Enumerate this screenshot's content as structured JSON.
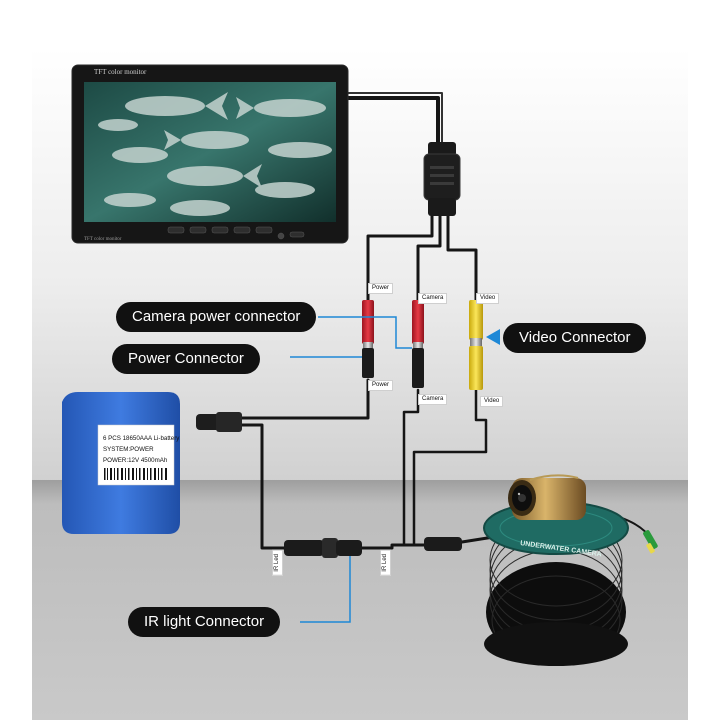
{
  "monitor": {
    "brand_label": "TFT color monitor",
    "footer_label": "TFT color monitor"
  },
  "callouts": {
    "camera_power": "Camera power connector",
    "power": "Power Connector",
    "video": "Video Connector",
    "ir_light": "IR light Connector"
  },
  "tags": {
    "power_top": "Power",
    "camera_top": "Camera",
    "video_top": "Video",
    "power_bottom": "Power",
    "camera_bottom": "Camera",
    "video_bottom": "Video",
    "ir_left": "IR Led",
    "ir_right": "IR Led"
  },
  "battery": {
    "line1": "6 PCS 18650AAA Li-battery",
    "line2": "SYSTEM:POWER",
    "line3": "POWER:12V 4500mAh"
  },
  "camera": {
    "reel_text": "UNDERWATER CAMERA"
  },
  "colors": {
    "background_top": "#f7f7f7",
    "background_mid": "#d8d8d8",
    "floor": "#b9b9b9",
    "callout_bg": "#111111",
    "callout_text": "#ffffff",
    "pointer_line": "#1e88d6",
    "pointer_arrow": "#1e88d6",
    "red_connector": "#d21f2b",
    "yellow_connector": "#f2d21a",
    "battery_blue": "#2f66c8",
    "reel_teal": "#1f6b63",
    "cable": "#1a1a1a"
  }
}
